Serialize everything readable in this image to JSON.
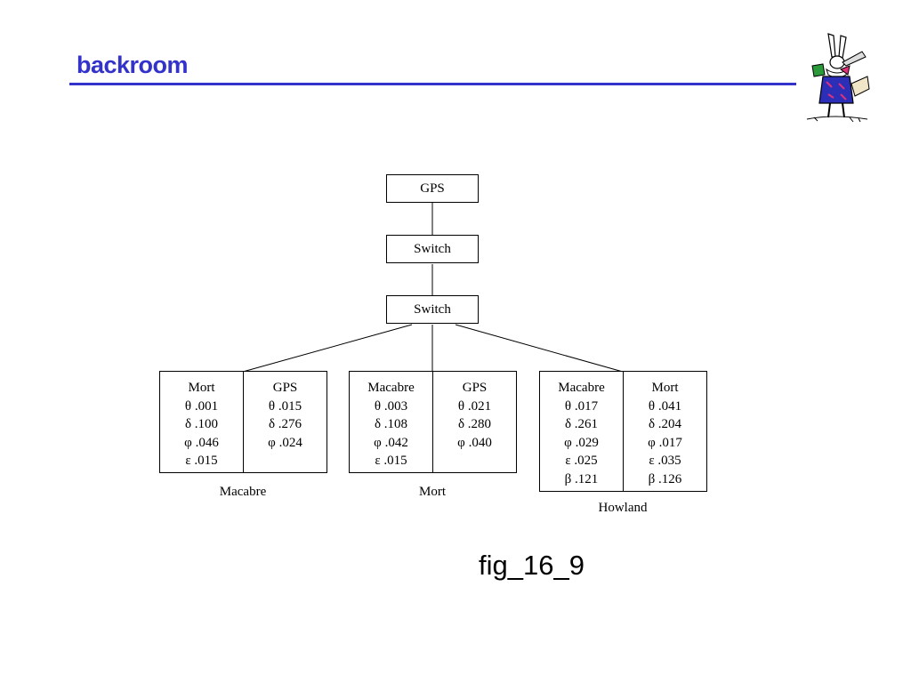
{
  "slide": {
    "title": "backroom",
    "caption": "fig_16_9",
    "accent_color": "#3333cc",
    "mascot_icon": "white-rabbit-herald-icon"
  },
  "diagram": {
    "nodes": {
      "top": "GPS",
      "switch1": "Switch",
      "switch2": "Switch"
    },
    "groups": [
      {
        "label": "Macabre",
        "columns": [
          {
            "header": "Mort",
            "rows": [
              "θ .001",
              "δ .100",
              "φ .046",
              "ε .015"
            ]
          },
          {
            "header": "GPS",
            "rows": [
              "θ .015",
              "δ .276",
              "φ .024"
            ]
          }
        ]
      },
      {
        "label": "Mort",
        "columns": [
          {
            "header": "Macabre",
            "rows": [
              "θ .003",
              "δ .108",
              "φ .042",
              "ε .015"
            ]
          },
          {
            "header": "GPS",
            "rows": [
              "θ .021",
              "δ .280",
              "φ .040"
            ]
          }
        ]
      },
      {
        "label": "Howland",
        "columns": [
          {
            "header": "Macabre",
            "rows": [
              "θ .017",
              "δ .261",
              "φ .029",
              "ε .025",
              "β .121"
            ]
          },
          {
            "header": "Mort",
            "rows": [
              "θ .041",
              "δ .204",
              "φ .017",
              "ε .035",
              "β .126"
            ]
          }
        ]
      }
    ]
  }
}
